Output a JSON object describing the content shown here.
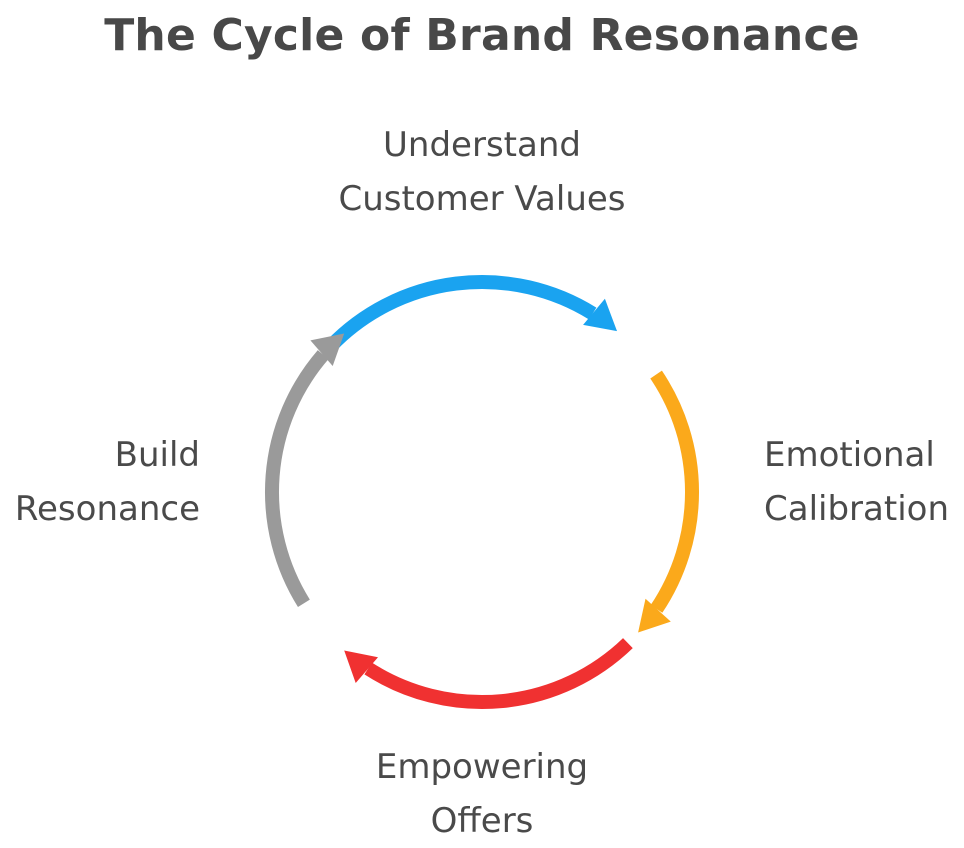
{
  "title": "The Cycle of Brand Resonance",
  "stages": [
    {
      "line1": "Understand",
      "line2": "Customer Values",
      "color": "#1aa3f0"
    },
    {
      "line1": "Emotional",
      "line2": "Calibration",
      "color": "#fba91b"
    },
    {
      "line1": "Empowering",
      "line2": "Offers",
      "color": "#f03131"
    },
    {
      "line1": "Build",
      "line2": "Resonance",
      "color": "#9a9a9a"
    }
  ]
}
